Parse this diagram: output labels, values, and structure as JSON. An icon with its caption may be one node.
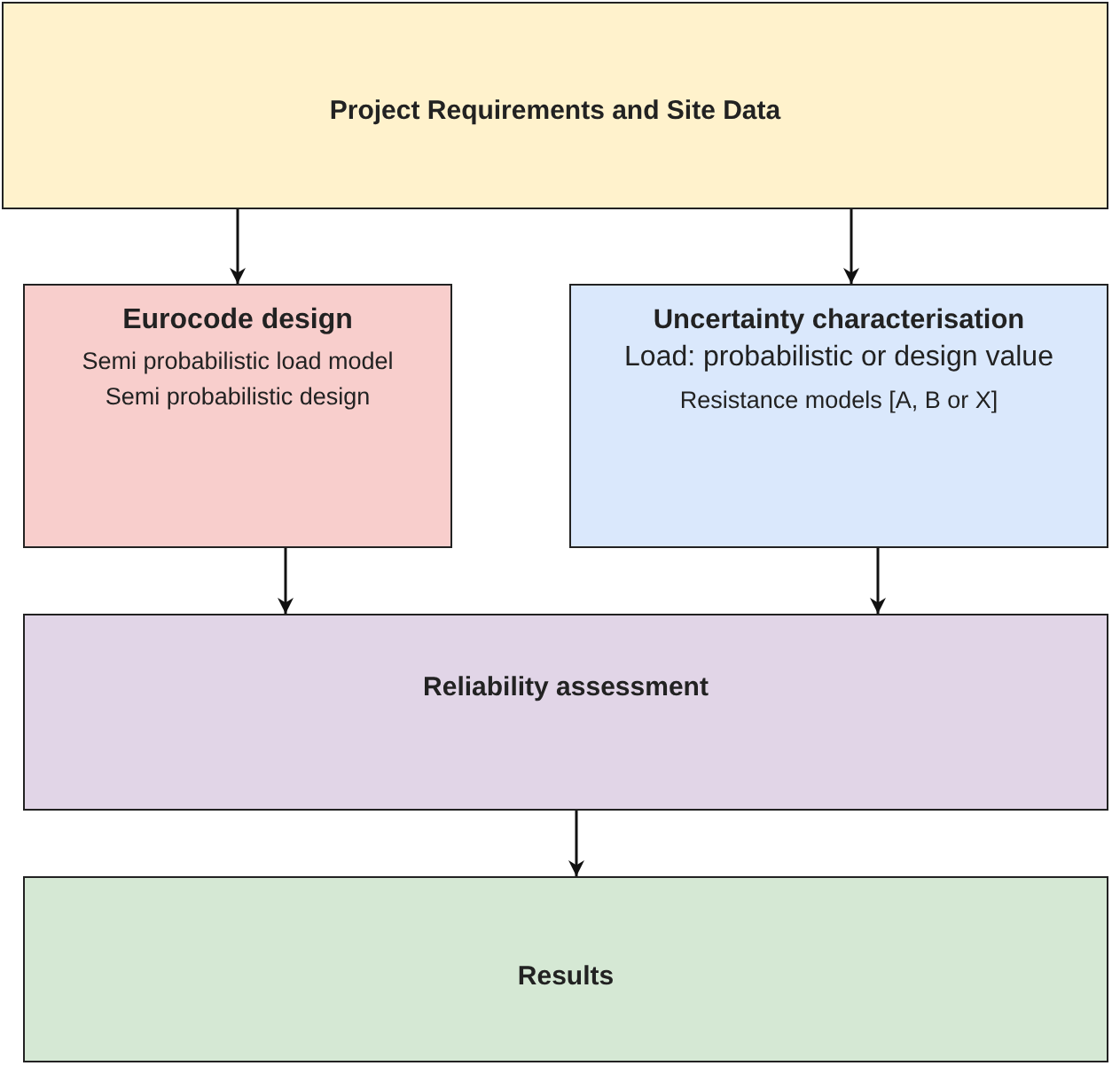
{
  "diagram": {
    "nodes": [
      {
        "text": [
          "Project Requirements and Site Data"
        ]
      },
      {
        "text": [
          "Eurocode design",
          "Semi probabilistic load model",
          "Semi probabilistic design"
        ]
      },
      {
        "text": [
          "Uncertainty characterisation",
          "Load: probabilistic or design value",
          "Resistance models [A, B or X]"
        ]
      },
      {
        "text": [
          "Reliability assessment"
        ]
      },
      {
        "text": [
          "Results"
        ]
      }
    ],
    "edges": [
      {
        "from": 0,
        "to": 1,
        "arrow": "to"
      },
      {
        "from": 0,
        "to": 2,
        "arrow": "to"
      },
      {
        "from": 1,
        "to": 3,
        "arrow": "to"
      },
      {
        "from": 2,
        "to": 3,
        "arrow": "to"
      },
      {
        "from": 3,
        "to": 4,
        "arrow": "to"
      }
    ]
  }
}
